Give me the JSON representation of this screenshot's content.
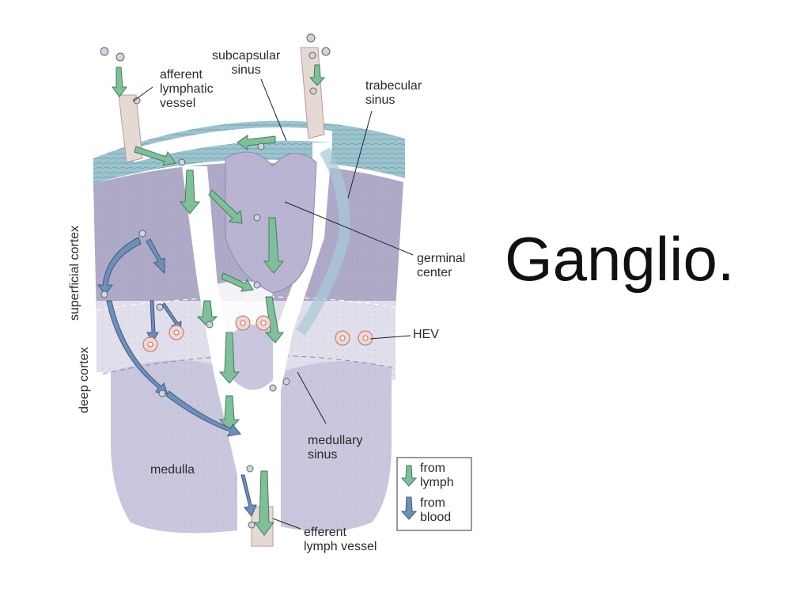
{
  "diagram": {
    "labels": {
      "subcapsular_sinus": "subcapsular\nsinus",
      "afferent_lymphatic_vessel": "afferent\nlymphatic\nvessel",
      "trabecular_sinus": "trabecular\nsinus",
      "superficial_cortex": "superficial cortex",
      "deep_cortex": "deep cortex",
      "germinal_center": "germinal\ncenter",
      "hev": "HEV",
      "medullary_sinus": "medullary\nsinus",
      "medulla": "medulla",
      "efferent_lymph_vessel": "efferent\nlymph vessel"
    },
    "legend": {
      "from_lymph": "from\nlymph",
      "from_blood": "from\nblood"
    },
    "colors": {
      "lymph_arrow": "#7fbf9a",
      "blood_arrow": "#6f8fb8",
      "capsule": "#9cc4cf",
      "superficial_cortex": "#aeaac8",
      "deep_cortex": "#dcdbe8",
      "medulla": "#c9c7dd",
      "sinus": "#ffffff"
    }
  },
  "slide": {
    "title": "Ganglio."
  }
}
